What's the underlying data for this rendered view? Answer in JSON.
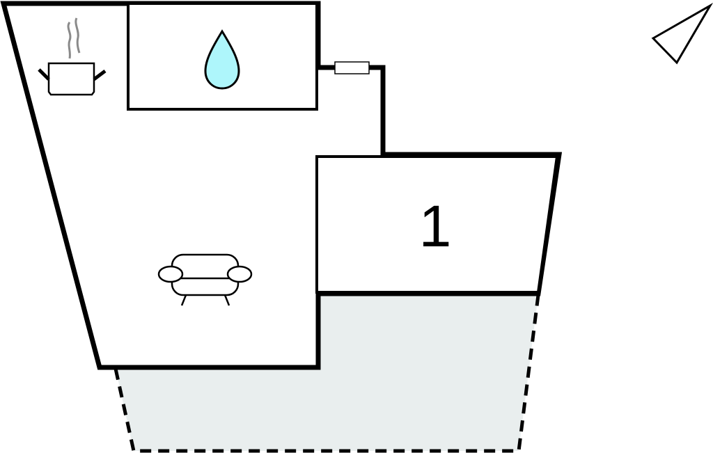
{
  "floorplan": {
    "rooms": [
      {
        "id": "kitchen-living",
        "icons": [
          "cooking-pot-icon",
          "sofa-icon"
        ]
      },
      {
        "id": "bathroom",
        "icons": [
          "water-drop-icon"
        ]
      },
      {
        "id": "bedroom",
        "label": "1"
      },
      {
        "id": "terrace"
      }
    ],
    "bedroom_label": "1",
    "colors": {
      "wall": "#000000",
      "terrace_fill": "#e9eeee",
      "water_drop": "#aef6fb",
      "steam": "#8a8a8a"
    },
    "compass": "north-arrow-icon"
  }
}
